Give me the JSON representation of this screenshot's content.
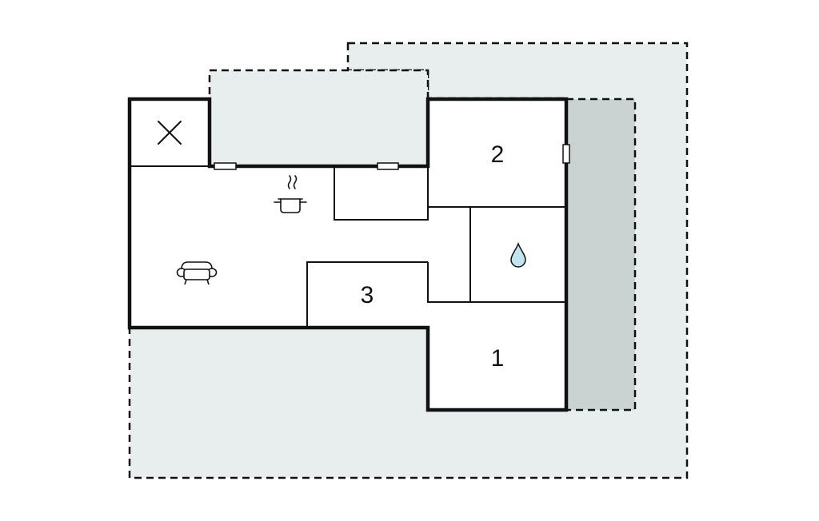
{
  "colors": {
    "outdoor_area": "#e8eeed",
    "covered_area": "#cbd3d2",
    "wall": "#111111",
    "room_fill": "#ffffff",
    "water_drop": "#bfe6ee"
  },
  "rooms": {
    "bedroom_1_label": "1",
    "bedroom_2_label": "2",
    "bedroom_3_label": "3"
  },
  "icons": {
    "storage": "x-mark-icon",
    "kitchen": "cooking-pot-icon",
    "living_room": "sofa-icon",
    "bathroom": "water-drop-icon"
  }
}
